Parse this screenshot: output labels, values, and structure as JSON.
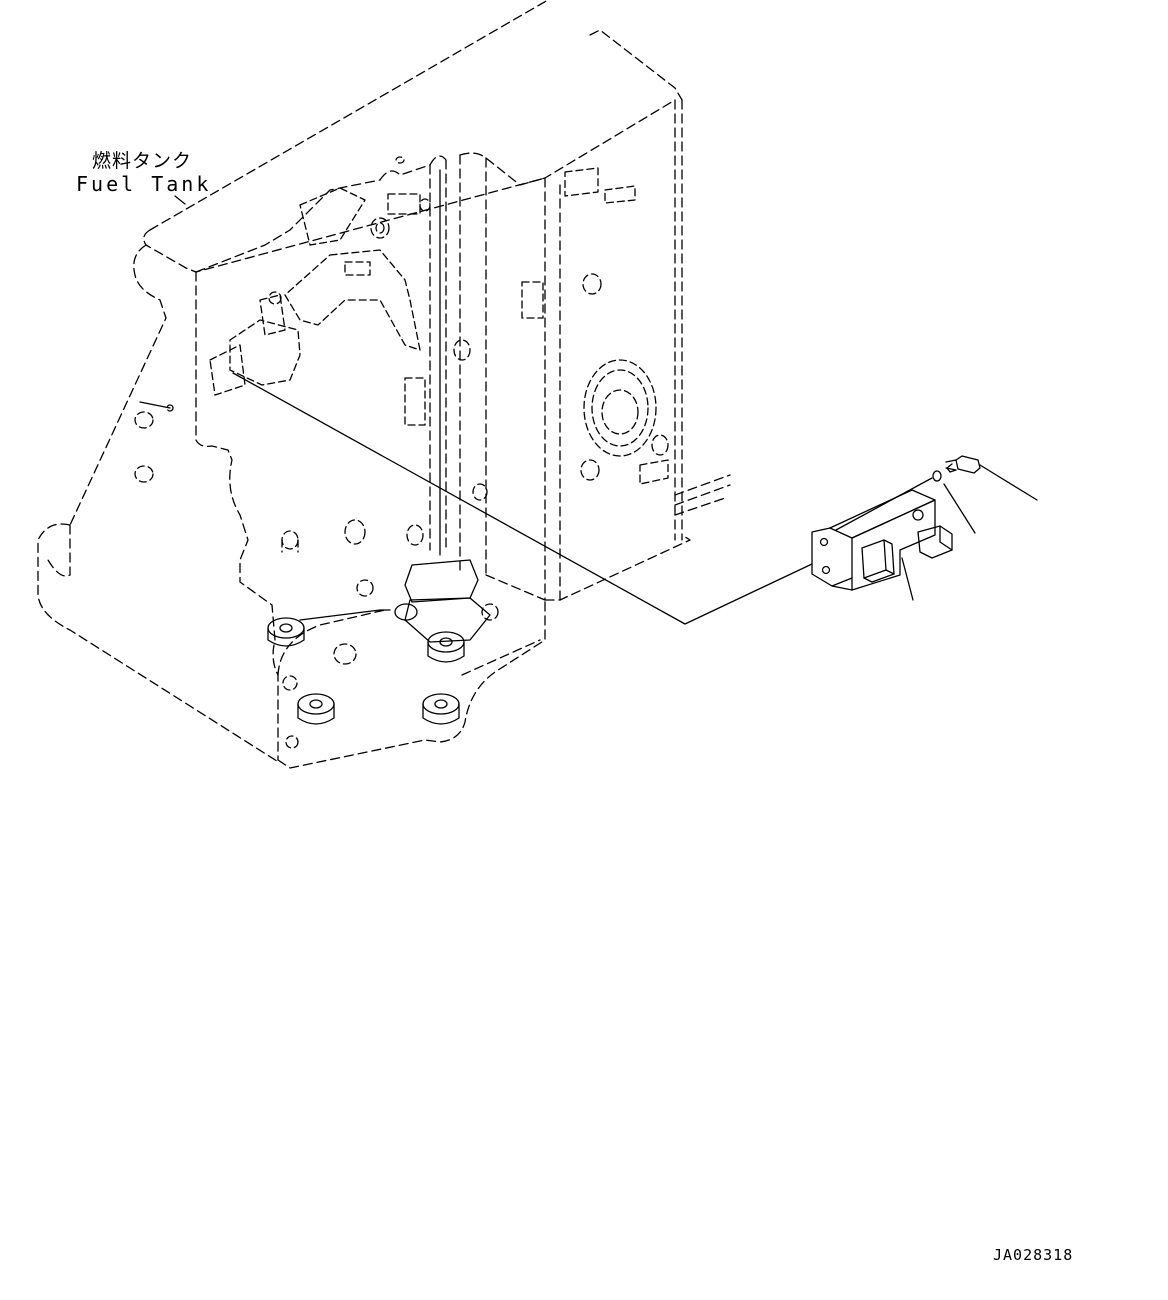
{
  "labels": {
    "fuel_tank_jp": "燃料タンク",
    "fuel_tank_en": "Fuel Tank"
  },
  "drawing_code": "JA028318",
  "colors": {
    "line": "#000000",
    "background": "#ffffff"
  }
}
